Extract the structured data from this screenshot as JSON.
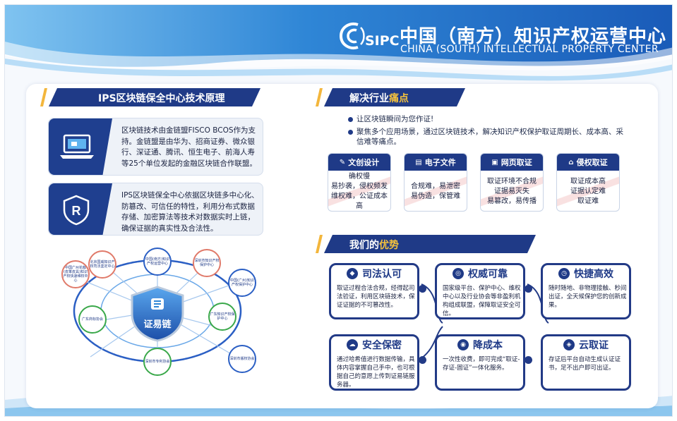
{
  "header": {
    "logo_abbr": "SIPC",
    "title_cn": "中国（南方）知识产权运营中心",
    "title_en": "CHINA (SOUTH) INTELLECTUAL PROPERTY CENTER"
  },
  "left": {
    "section_title": "IPS区块链保全中心技术原理",
    "block1_text": "区块链技术由金链盟FISCO BCOS作为支持。金链盟是由华为、招商证券、微众银行、深证通、腾讯、恒生电子、前海人寿等25个单位发起的金融区块链合作联盟。",
    "block2_text": "IPS区块链保全中心依据区块链多中心化、防篡改、可信任的特性，利用分布式数据存储、加密算法等技术对数据实时上链，确保证据的真实性及合法性。",
    "diagram": {
      "center_label": "证易链",
      "nodes": [
        {
          "name": "北京国威知识产权司法鉴定中心"
        },
        {
          "name": "中国(南方)知识产权运营中心"
        },
        {
          "name": "深圳市知识产权保护中心"
        },
        {
          "name": "中国(广州)知识产权保护中心"
        },
        {
          "name": "广东知识产权保护中心"
        },
        {
          "name": "深圳市版权协会"
        },
        {
          "name": "深圳市专利协会"
        },
        {
          "name": "广东商标协会"
        },
        {
          "name": "中国广州花都(皮革皮具)知识产权快速维权中心"
        }
      ]
    }
  },
  "right": {
    "pain_title_pre": "解决行业",
    "pain_title_hl": "痛点",
    "bullets": [
      "让区块链瞬间为您作证!",
      "聚焦多个应用场景，通过区块链技术，解决知识产权保护取证周期长、成本高、采信难等痛点。"
    ],
    "pain_cards": [
      {
        "title": "文创设计",
        "icon": "pen-icon",
        "body": "确权慢\n易抄袭，侵权频发\n维权难，公证成本高"
      },
      {
        "title": "电子文件",
        "icon": "file-icon",
        "body": "合规难，易泄密\n易伪造，保管难"
      },
      {
        "title": "网页取证",
        "icon": "webpage-icon",
        "body": "取证环境不合规\n证据易灭失\n易篡改，易传播"
      },
      {
        "title": "侵权取证",
        "icon": "folder-icon",
        "body": "取证成本高\n证据认定难\n取证难"
      }
    ],
    "adv_title_pre": "我们的",
    "adv_title_hl": "优势",
    "advantages": [
      {
        "title": "司法认可",
        "icon": "shield-icon",
        "body": "取证过程合法合规，经得起司法验证，利用区块链技术，保证证据的不可篡改性。"
      },
      {
        "title": "权威可靠",
        "icon": "globe-icon",
        "body": "国家级平台、保护中心、维权中心以及行业协会等非盈利机构组成联盟，保障取证安全可信。"
      },
      {
        "title": "快捷高效",
        "icon": "clock-icon",
        "body": "随时随地、非物理接触、秒间出证，全天候保护您的创新成果。"
      },
      {
        "title": "安全保密",
        "icon": "cloud-icon",
        "body": "通过哈希值进行数据传输，具体内容掌握自己手中，也可根据自己的意愿上传到证易链服务器。"
      },
      {
        "title": "降成本",
        "icon": "coin-icon",
        "body": "一次性收费，即可完成“取证-存证-固证”一体化服务。"
      },
      {
        "title": "云取证",
        "icon": "cloud-shield-icon",
        "body": "存证后平台自动生成认证证书，足不出户即可出证。"
      }
    ]
  },
  "colors": {
    "navy": "#1f3a87",
    "accent_yellow": "#f6c33c",
    "sky_blue": "#2f86d6"
  }
}
